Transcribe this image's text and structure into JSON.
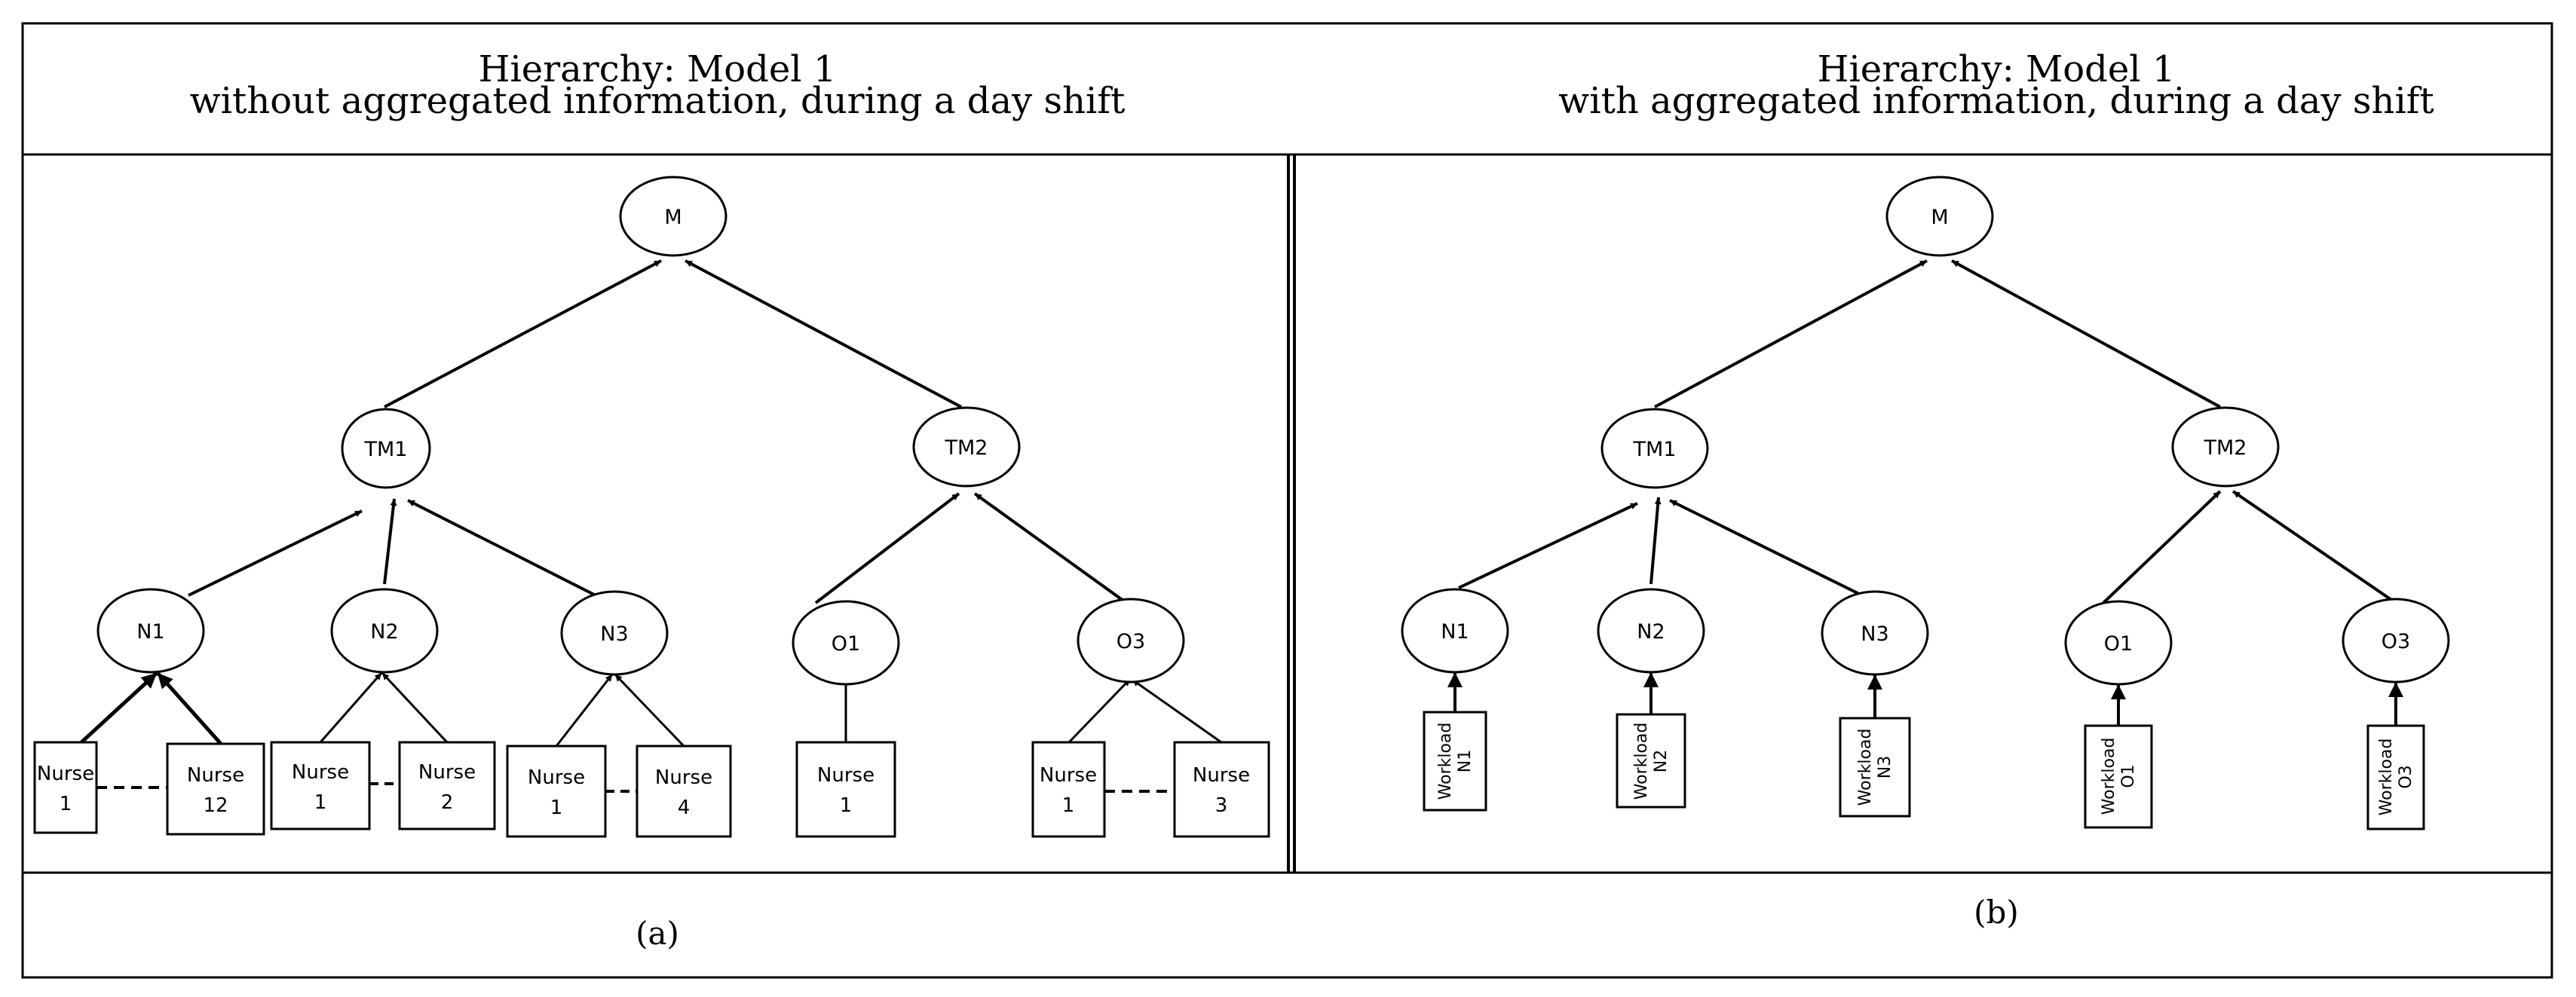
{
  "panel_a": {
    "title_line1": "Hierarchy: Model 1",
    "title_line2": "without aggregated information, during a day shift",
    "caption": "(a)",
    "nodes": {
      "m": "M",
      "tm1": "TM1",
      "tm2": "TM2",
      "n1": "N1",
      "n2": "N2",
      "n3": "N3",
      "o1": "O1",
      "o3": "O3"
    },
    "boxes": {
      "n1_first": [
        "Nurse",
        "1"
      ],
      "n1_last": [
        "Nurse",
        "12"
      ],
      "n2_first": [
        "Nurse",
        "1"
      ],
      "n2_last": [
        "Nurse",
        "2"
      ],
      "n3_first": [
        "Nurse",
        "1"
      ],
      "n3_last": [
        "Nurse",
        "4"
      ],
      "o1_only": [
        "Nurse",
        "1"
      ],
      "o3_first": [
        "Nurse",
        "1"
      ],
      "o3_last": [
        "Nurse",
        "3"
      ]
    }
  },
  "panel_b": {
    "title_line1": "Hierarchy: Model 1",
    "title_line2": "with aggregated information, during a day shift",
    "caption": "(b)",
    "nodes": {
      "m": "M",
      "tm1": "TM1",
      "tm2": "TM2",
      "n1": "N1",
      "n2": "N2",
      "n3": "N3",
      "o1": "O1",
      "o3": "O3"
    },
    "workloads": {
      "n1": [
        "Workload",
        "N1"
      ],
      "n2": [
        "Workload",
        "N2"
      ],
      "n3": [
        "Workload",
        "N3"
      ],
      "o1": [
        "Workload",
        "O1"
      ],
      "o3": [
        "Workload",
        "O3"
      ]
    }
  }
}
